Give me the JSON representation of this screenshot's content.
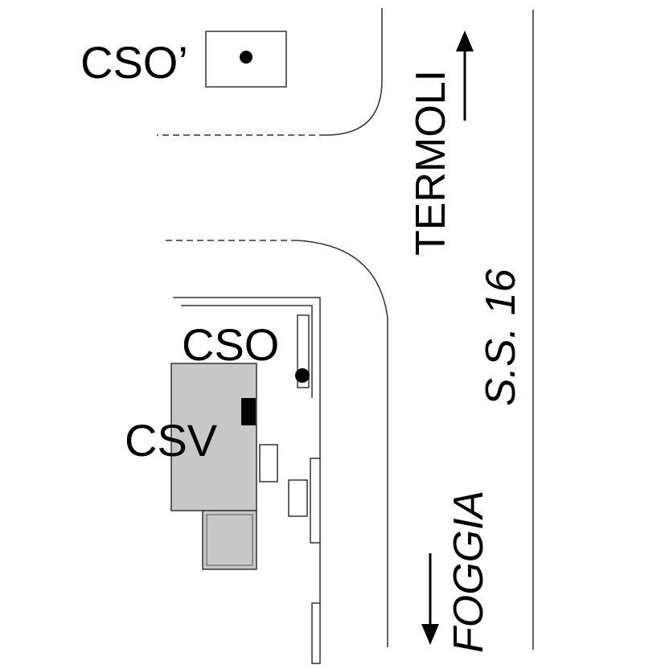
{
  "labels": {
    "cso_prime": "CSO’",
    "cso": "CSO",
    "csv": "CSV",
    "termoli": "TERMOLI",
    "ss16": "S.S. 16",
    "foggia": "FOGGIA"
  },
  "colors": {
    "ink": "#000000",
    "background": "#ffffff",
    "building_fill": "#c8c8c8",
    "line": "#333333"
  },
  "arrows": {
    "termoli": "up-arrow-icon",
    "foggia": "down-arrow-icon"
  }
}
